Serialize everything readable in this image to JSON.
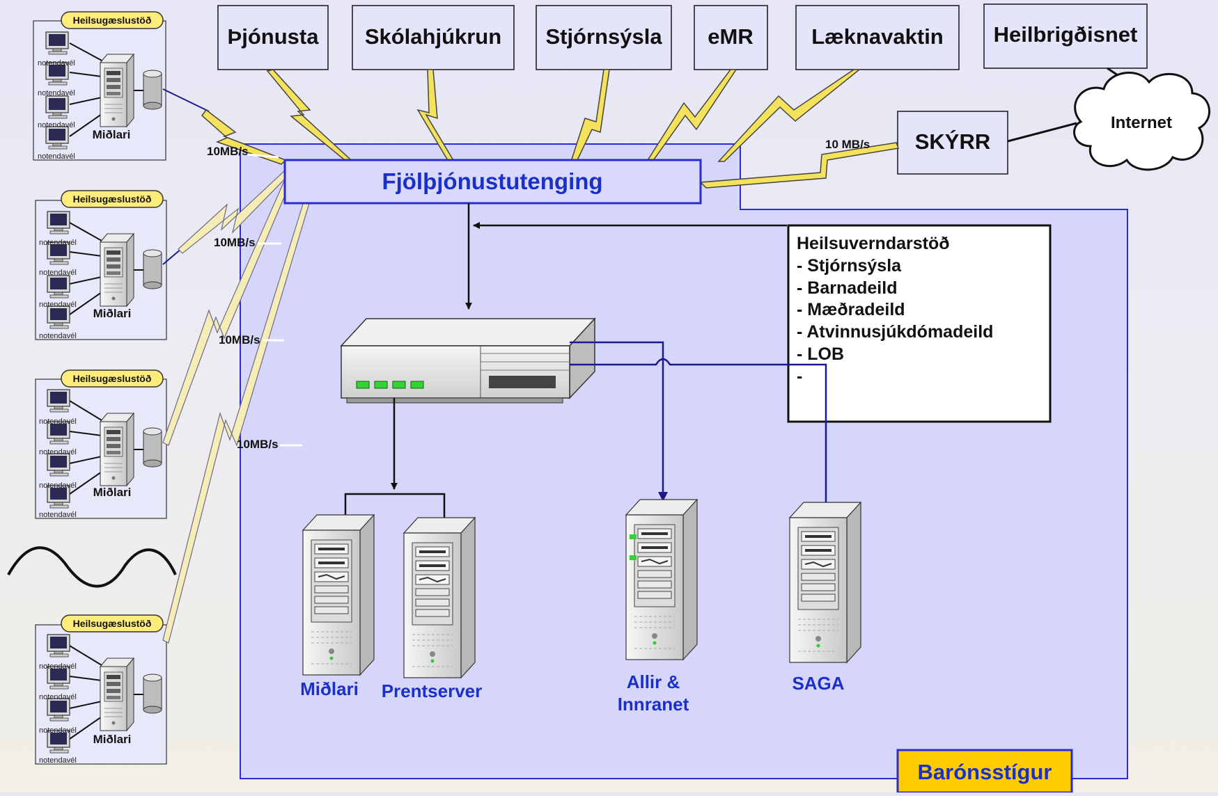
{
  "services": [
    "Þjónusta",
    "Skólahjúkrun",
    "Stjórnsýsla",
    "eMR",
    "Læknavaktin",
    "Heilbrigðisnet"
  ],
  "skyrr": "SKÝRR",
  "internet": "Internet",
  "hub": "Fjölþjónustutenging",
  "speeds": [
    "10MB/s",
    "10MB/s",
    "10MB/s",
    "10MB/s"
  ],
  "skyrr_speed": "10 MB/s",
  "clinic": {
    "badge": "Heilsugæslustöð",
    "workstation": "notendavél",
    "server": "Miðlari"
  },
  "heilsuverndarstod": {
    "title": "Heilsuverndarstöð",
    "items": [
      "- Stjórnsýsla",
      "- Barnadeild",
      "- Mæðradeild",
      "- Atvinnusjúkdómadeild",
      "- LOB",
      "-"
    ]
  },
  "servers": {
    "midlari": "Miðlari",
    "prentserver": "Prentserver",
    "allir_line1": "Allir &",
    "allir_line2": "Innranet",
    "saga": "SAGA"
  },
  "site_label": "Barónsstígur",
  "colors": {
    "region_fill": "#d6d6fb",
    "region_stroke": "#2a2ad6",
    "hub_fill": "#d9d9fb",
    "hub_text": "#1b2fc9",
    "bolt": "#f4e15c",
    "badge": "#ffec7a",
    "site_label_fill": "#ffcc00",
    "link_line": "#1a1a8c"
  }
}
